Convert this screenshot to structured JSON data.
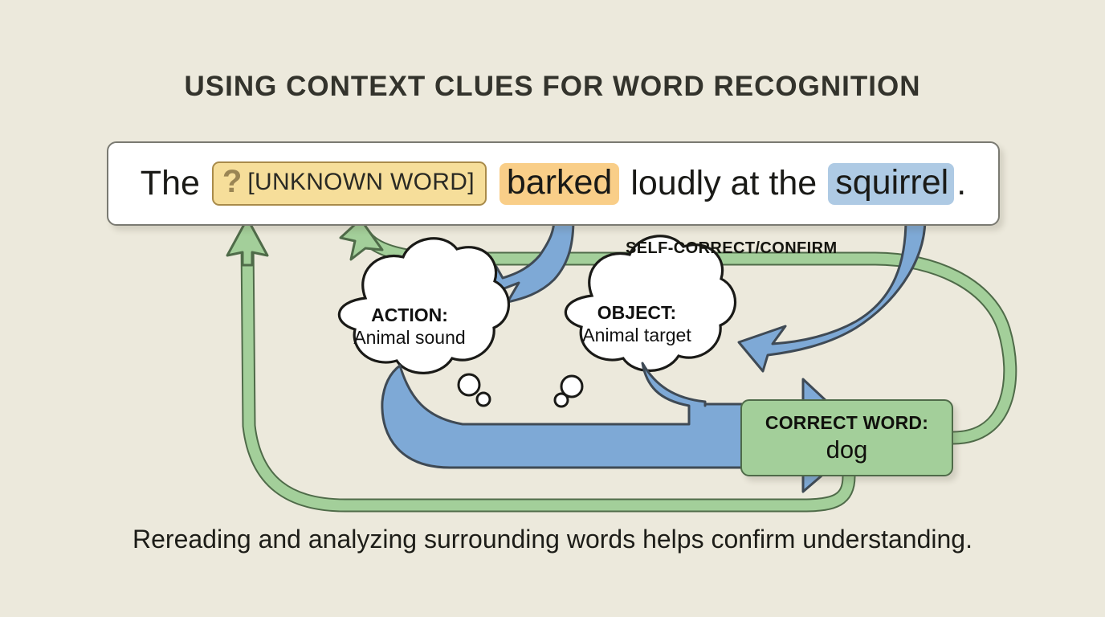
{
  "title": "USING CONTEXT CLUES FOR WORD RECOGNITION",
  "caption": "Rereading and analyzing surrounding words helps confirm understanding.",
  "sentence": {
    "lead": "The",
    "unknown_marker": "?",
    "unknown_label": "[UNKNOWN WORD]",
    "action_word": "barked",
    "middle": "loudly at the",
    "object_word": "squirrel",
    "terminator": "."
  },
  "flow": {
    "self_correct_label": "SELF-CORRECT/CONFIRM"
  },
  "bubbles": [
    {
      "title": "ACTION:",
      "subtitle": "Animal sound"
    },
    {
      "title": "OBJECT:",
      "subtitle": "Animal target"
    }
  ],
  "result": {
    "title": "CORRECT WORD:",
    "value": "dog"
  },
  "colors": {
    "background": "#ece9dc",
    "sentence_box": "#ffffff",
    "unknown_chip": "#f6de9a",
    "unknown_chip_border": "#a98b4a",
    "action_highlight": "#f9ce88",
    "object_highlight": "#aecae4",
    "blue_arrow": "#7ea9d6",
    "blue_arrow_stroke": "#3f4a55",
    "green_arrow": "#a3cf9a",
    "green_arrow_stroke": "#4f6b49",
    "result_card": "#a3cf9a",
    "title_text": "#33332c",
    "body_text": "#1a1a17"
  }
}
